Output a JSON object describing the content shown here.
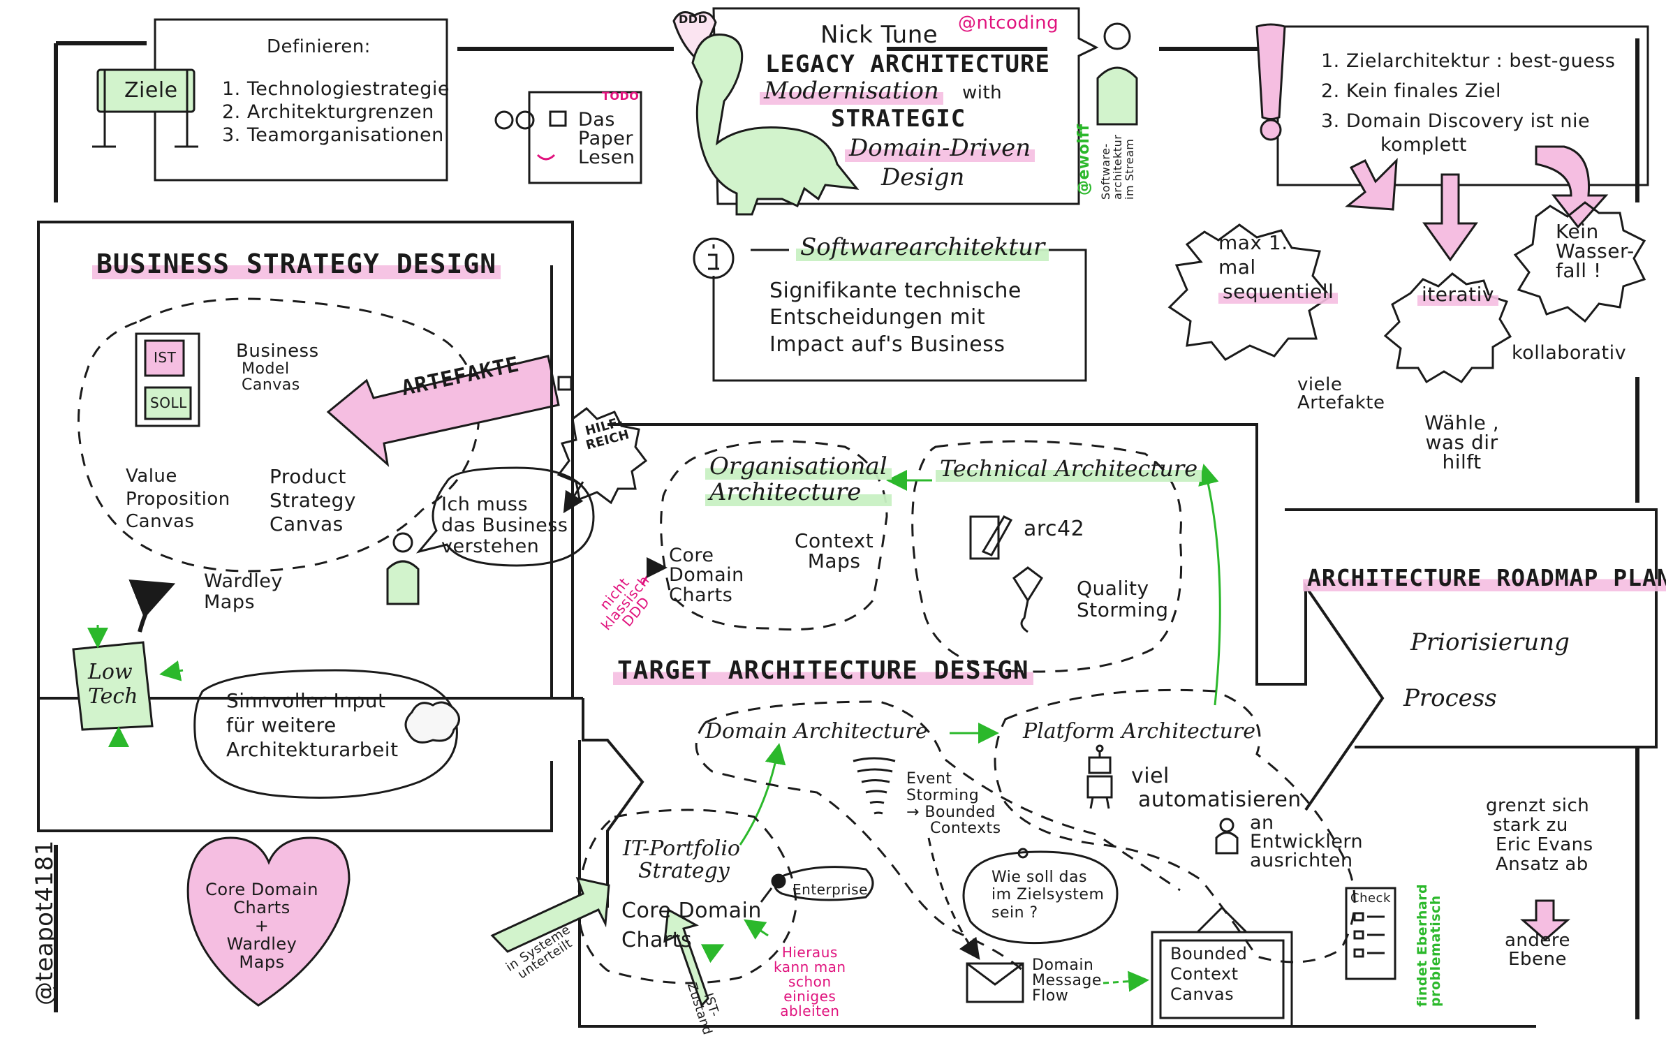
{
  "header": {
    "talk_speaker": "Nick Tune",
    "talk_handle": "@ntcoding",
    "talk_title_lines": [
      "LEGACY ARCHITECTURE",
      "Modernisation",
      "with",
      "STRATEGIC",
      "Domain-Driven",
      "Design"
    ],
    "ddd_badge": "DDD",
    "host_handle": "@ewolff",
    "host_show": [
      "Software-",
      "architektur",
      "im Stream"
    ]
  },
  "goals": {
    "sign": "Ziele",
    "heading": "Definieren:",
    "items": [
      "1. Technologiestrategie",
      "2. Architekturgrenzen",
      "3. Teamorganisationen"
    ]
  },
  "todo": {
    "tag": "TODO",
    "lines": [
      "Das",
      "Paper",
      "Lesen"
    ]
  },
  "warnings": {
    "items": [
      "1. Zielarchitektur : best-guess",
      "2. Kein finales Ziel",
      "3. Domain Discovery ist nie",
      "komplett"
    ],
    "bursts": [
      [
        "max 1.",
        "mal",
        "sequentiell"
      ],
      [
        "iterativ"
      ],
      [
        "Kein",
        "Wasser-",
        "fall !"
      ]
    ],
    "kollaborativ": "kollaborativ",
    "viele_artefakte": [
      "viele",
      "Artefakte"
    ],
    "waehle": [
      "Wähle ,",
      "was dir",
      "hilft"
    ]
  },
  "softwarearchitektur": {
    "title": "Softwarearchitektur",
    "body": [
      "Signifikante technische",
      "Entscheidungen mit",
      "Impact auf's Business"
    ]
  },
  "business": {
    "title": "BUSINESS STRATEGY DESIGN",
    "ist": "IST",
    "soll": "SOLL",
    "bmc": [
      "Business",
      "Model",
      "Canvas"
    ],
    "vpc": [
      "Value",
      "Proposition",
      "Canvas"
    ],
    "psc": [
      "Product",
      "Strategy",
      "Canvas"
    ],
    "wardley": [
      "Wardley",
      "Maps"
    ],
    "artefakte": "ARTEFAKTE",
    "hilfreich": [
      "HILF-",
      "REICH"
    ],
    "speech": [
      "Ich muss",
      "das Business",
      "verstehen"
    ],
    "low_tech": [
      "Low",
      "Tech"
    ],
    "input": [
      "Sinnvoller Input",
      "für weitere",
      "Architekturarbeit"
    ]
  },
  "heart": [
    "Core Domain",
    "Charts",
    "+",
    "Wardley",
    "Maps"
  ],
  "teapot": "@teapot4181",
  "org_arch": {
    "title": [
      "Organisational",
      "Architecture"
    ],
    "context_maps": [
      "Context",
      "Maps"
    ],
    "core_domain": [
      "Core",
      "Domain",
      "Charts"
    ],
    "nicht": [
      "nicht",
      "klassisch",
      "DDD"
    ]
  },
  "tech_arch": {
    "title": "Technical Architecture",
    "arc42": "arc42",
    "quality": [
      "Quality",
      "Storming"
    ]
  },
  "target": {
    "title": "TARGET ARCHITECTURE DESIGN",
    "domain_arch": "Domain Architecture",
    "platform_arch": "Platform Architecture",
    "event": [
      "Event",
      "Storming",
      "→ Bounded",
      "Contexts"
    ],
    "automatisieren": [
      "viel",
      "automatisieren"
    ],
    "entwickler": [
      "an",
      "Entwicklern",
      "ausrichten"
    ],
    "wie_soll": [
      "Wie soll das",
      "im Zielsystem",
      "sein ?"
    ],
    "dmf": [
      "Domain",
      "Message",
      "Flow"
    ],
    "bcc": [
      "Bounded",
      "Context",
      "Canvas"
    ],
    "check": "Check",
    "findet": [
      "findet Eberhard",
      "problematisch"
    ],
    "portfolio": [
      "IT-Portfolio",
      "Strategy"
    ],
    "portfolio_charts": [
      "Core Domain",
      "Charts"
    ],
    "enterprise": "Enterprise",
    "in_systeme": [
      "in Systeme",
      "unterteilt"
    ],
    "ist_zustand": [
      "IST-",
      "Zustand"
    ],
    "hieraus": [
      "Hieraus",
      "kann man",
      "schon",
      "einiges",
      "ableiten"
    ]
  },
  "roadmap": {
    "title": "ARCHITECTURE ROADMAP PLANNING",
    "prio": "Priorisierung",
    "process": "Process",
    "grenzt": [
      "grenzt sich",
      "stark zu",
      "Eric Evans",
      "Ansatz ab"
    ],
    "andere": [
      "andere",
      "Ebene"
    ]
  },
  "colors": {
    "pink": "#f5bee1",
    "green": "#d2f3cc",
    "pink_text": "#e0127d",
    "green_text": "#2bb82b"
  }
}
